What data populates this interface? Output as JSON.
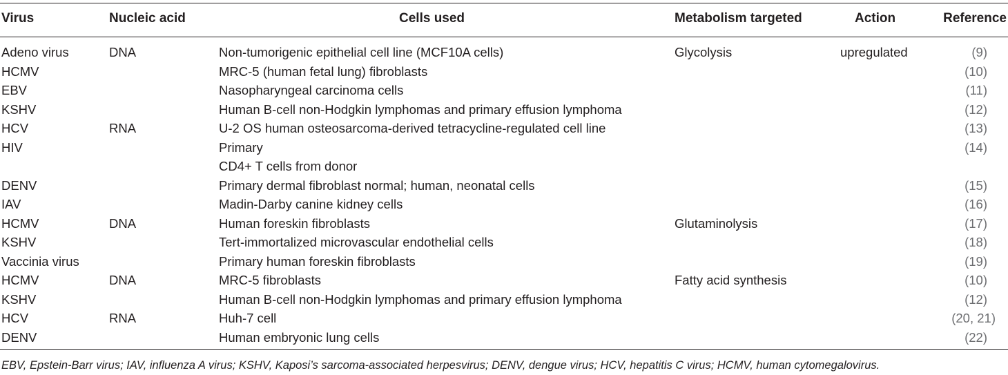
{
  "headers": {
    "virus": "Virus",
    "nucleic_acid": "Nucleic acid",
    "cells_used": "Cells used",
    "metabolism_targeted": "Metabolism targeted",
    "action": "Action",
    "reference": "Reference"
  },
  "rows": [
    {
      "virus": "Adeno virus",
      "nucleic_acid": "DNA",
      "cells": "Non-tumorigenic epithelial cell line (MCF10A cells)",
      "metabolism": "Glycolysis",
      "action": "upregulated",
      "ref": "(9)"
    },
    {
      "virus": "HCMV",
      "nucleic_acid": "",
      "cells": "MRC-5 (human fetal lung) fibroblasts",
      "metabolism": "",
      "action": "",
      "ref": "(10)"
    },
    {
      "virus": "EBV",
      "nucleic_acid": "",
      "cells": "Nasopharyngeal carcinoma cells",
      "metabolism": "",
      "action": "",
      "ref": "(11)"
    },
    {
      "virus": "KSHV",
      "nucleic_acid": "",
      "cells": "Human B-cell non-Hodgkin lymphomas and primary effusion lymphoma",
      "metabolism": "",
      "action": "",
      "ref": "(12)"
    },
    {
      "virus": "HCV",
      "nucleic_acid": "RNA",
      "cells": "U-2 OS human osteosarcoma-derived tetracycline-regulated cell line",
      "metabolism": "",
      "action": "",
      "ref": "(13)"
    },
    {
      "virus": "HIV",
      "nucleic_acid": "",
      "cells": "Primary",
      "metabolism": "",
      "action": "",
      "ref": "(14)"
    },
    {
      "virus": "",
      "nucleic_acid": "",
      "cells": "CD4+ T cells from donor",
      "metabolism": "",
      "action": "",
      "ref": ""
    },
    {
      "virus": "DENV",
      "nucleic_acid": "",
      "cells": "Primary dermal fibroblast normal; human, neonatal cells",
      "metabolism": "",
      "action": "",
      "ref": "(15)"
    },
    {
      "virus": "IAV",
      "nucleic_acid": "",
      "cells": "Madin-Darby canine kidney cells",
      "metabolism": "",
      "action": "",
      "ref": "(16)"
    },
    {
      "virus": "HCMV",
      "nucleic_acid": "DNA",
      "cells": "Human foreskin fibroblasts",
      "metabolism": "Glutaminolysis",
      "action": "",
      "ref": "(17)"
    },
    {
      "virus": "KSHV",
      "nucleic_acid": "",
      "cells": "Tert-immortalized microvascular endothelial cells",
      "metabolism": "",
      "action": "",
      "ref": "(18)"
    },
    {
      "virus": "Vaccinia virus",
      "nucleic_acid": "",
      "cells": "Primary human foreskin fibroblasts",
      "metabolism": "",
      "action": "",
      "ref": "(19)"
    },
    {
      "virus": "HCMV",
      "nucleic_acid": "DNA",
      "cells": "MRC-5 fibroblasts",
      "metabolism": "Fatty acid synthesis",
      "action": "",
      "ref": "(10)"
    },
    {
      "virus": "KSHV",
      "nucleic_acid": "",
      "cells": "Human B-cell non-Hodgkin lymphomas and primary effusion lymphoma",
      "metabolism": "",
      "action": "",
      "ref": "(12)"
    },
    {
      "virus": "HCV",
      "nucleic_acid": "RNA",
      "cells": "Huh-7 cell",
      "metabolism": "",
      "action": "",
      "ref": "(20, 21)"
    },
    {
      "virus": "DENV",
      "nucleic_acid": "",
      "cells": "Human embryonic lung cells",
      "metabolism": "",
      "action": "",
      "ref": "(22)"
    }
  ],
  "footnote": "EBV, Epstein-Barr virus; IAV, influenza A virus; KSHV, Kaposi’s sarcoma-associated herpesvirus; DENV, dengue virus; HCV, hepatitis C virus; HCMV, human cytomegalovirus."
}
